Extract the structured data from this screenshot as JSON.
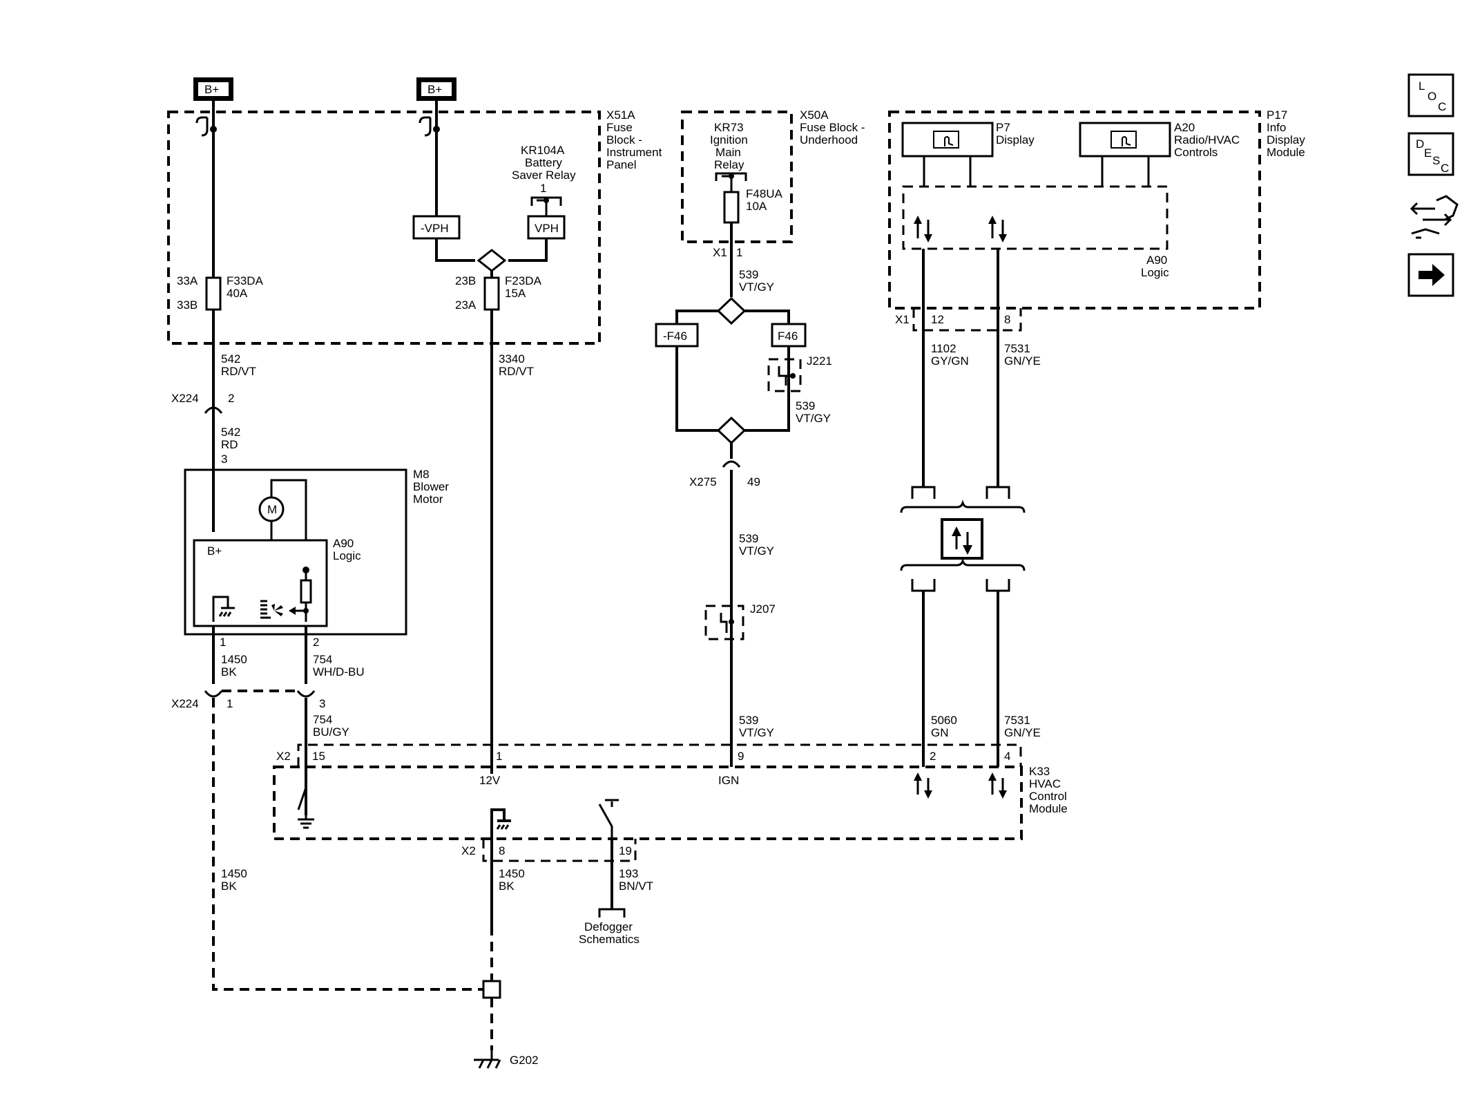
{
  "nav": {
    "loc": [
      "L",
      "O",
      "C"
    ],
    "desc": [
      "D",
      "E",
      "S",
      "C"
    ]
  },
  "power": {
    "bplus": "B+"
  },
  "fuse_block_ip": {
    "label": [
      "X51A",
      "Fuse",
      "Block -",
      "Instrument",
      "Panel"
    ],
    "relay_label": [
      "KR104A",
      "Battery",
      "Saver Relay"
    ],
    "relay_pin": "1",
    "vph_neg": "-VPH",
    "vph": "VPH",
    "fuse1": {
      "name": "F33DA",
      "rating": "40A",
      "pin_top": "33A",
      "pin_bottom": "33B"
    },
    "fuse2": {
      "name": "F23DA",
      "rating": "15A",
      "pin_top": "23B",
      "pin_bottom": "23A"
    }
  },
  "fuse_block_uh": {
    "label": [
      "X50A",
      "Fuse Block -",
      "Underhood"
    ],
    "relay_label": [
      "KR73",
      "Ignition",
      "Main",
      "Relay"
    ],
    "fuse": {
      "name": "F48UA",
      "rating": "10A"
    },
    "connector": "X1",
    "pin": "1"
  },
  "info_display": {
    "label": [
      "P17",
      "Info",
      "Display",
      "Module"
    ],
    "p7": [
      "P7",
      "Display"
    ],
    "a20": [
      "A20",
      "Radio/HVAC",
      "Controls"
    ],
    "logic": [
      "A90",
      "Logic"
    ],
    "connector": "X1",
    "pin_a": "12",
    "pin_b": "8"
  },
  "wires": {
    "w542a": [
      "542",
      "RD/VT"
    ],
    "w542b": [
      "542",
      "RD"
    ],
    "w3340": [
      "3340",
      "RD/VT"
    ],
    "w539a": [
      "539",
      "VT/GY"
    ],
    "w539b": [
      "539",
      "VT/GY"
    ],
    "w539c": [
      "539",
      "VT/GY"
    ],
    "w539d": [
      "539",
      "VT/GY"
    ],
    "w1102": [
      "1102",
      "GY/GN"
    ],
    "w7531a": [
      "7531",
      "GN/YE"
    ],
    "w1450a": [
      "1450",
      "BK"
    ],
    "w754a": [
      "754",
      "WH/D-BU"
    ],
    "w754b": [
      "754",
      "BU/GY"
    ],
    "w5060": [
      "5060",
      "GN"
    ],
    "w7531b": [
      "7531",
      "GN/YE"
    ],
    "w1450b": [
      "1450",
      "BK"
    ],
    "w1450c": [
      "1450",
      "BK"
    ],
    "w193": [
      "193",
      "BN/VT"
    ]
  },
  "connectors": {
    "x224": "X224",
    "x224_pin2": "2",
    "x224_pin3_label": "3",
    "x224_pin1": "1",
    "x224_pin3": "3",
    "x275": "X275",
    "x275_pin": "49",
    "x2": "X2",
    "x2b": "X2"
  },
  "fuses_ign": {
    "neg": "-F46",
    "pos": "F46"
  },
  "splices": {
    "j221": "J221",
    "j207": "J207"
  },
  "blower": {
    "label": [
      "M8",
      "Blower",
      "Motor"
    ],
    "logic": [
      "A90",
      "Logic"
    ],
    "bplus": "B+",
    "motor": "M",
    "pin1": "1",
    "pin2": "2"
  },
  "hvac": {
    "label": [
      "K33",
      "HVAC",
      "Control",
      "Module"
    ],
    "pins": {
      "p15": "15",
      "p1": "1",
      "p9": "9",
      "p2": "2",
      "p4": "4",
      "p8": "8",
      "p19": "19"
    },
    "v12": "12V",
    "ign": "IGN"
  },
  "defogger": [
    "Defogger",
    "Schematics"
  ],
  "ground": "G202"
}
